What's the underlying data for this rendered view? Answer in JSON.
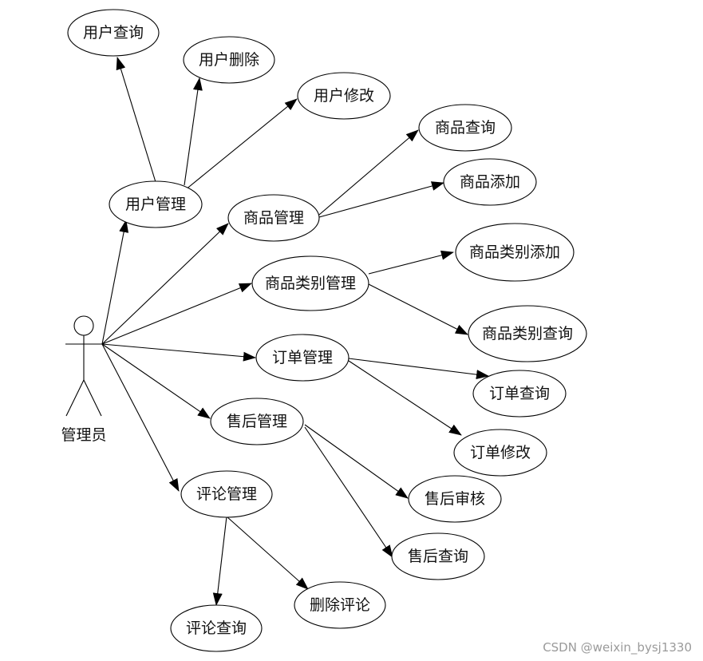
{
  "actor": {
    "label": "管理员"
  },
  "modules": [
    {
      "id": "user",
      "label": "用户管理"
    },
    {
      "id": "goods",
      "label": "商品管理"
    },
    {
      "id": "category",
      "label": "商品类别管理"
    },
    {
      "id": "order",
      "label": "订单管理"
    },
    {
      "id": "aftersale",
      "label": "售后管理"
    },
    {
      "id": "comment",
      "label": "评论管理"
    }
  ],
  "functions": [
    {
      "id": "user_query",
      "parent": "user",
      "label": "用户查询"
    },
    {
      "id": "user_delete",
      "parent": "user",
      "label": "用户删除"
    },
    {
      "id": "user_modify",
      "parent": "user",
      "label": "用户修改"
    },
    {
      "id": "goods_query",
      "parent": "goods",
      "label": "商品查询"
    },
    {
      "id": "goods_add",
      "parent": "goods",
      "label": "商品添加"
    },
    {
      "id": "category_add",
      "parent": "category",
      "label": "商品类别添加"
    },
    {
      "id": "category_query",
      "parent": "category",
      "label": "商品类别查询"
    },
    {
      "id": "order_query",
      "parent": "order",
      "label": "订单查询"
    },
    {
      "id": "order_modify",
      "parent": "order",
      "label": "订单修改"
    },
    {
      "id": "aftersale_audit",
      "parent": "aftersale",
      "label": "售后审核"
    },
    {
      "id": "aftersale_query",
      "parent": "aftersale",
      "label": "售后查询"
    },
    {
      "id": "comment_query",
      "parent": "comment",
      "label": "评论查询"
    },
    {
      "id": "comment_delete",
      "parent": "comment",
      "label": "删除评论"
    }
  ],
  "watermark": "CSDN @weixin_bysj1330"
}
